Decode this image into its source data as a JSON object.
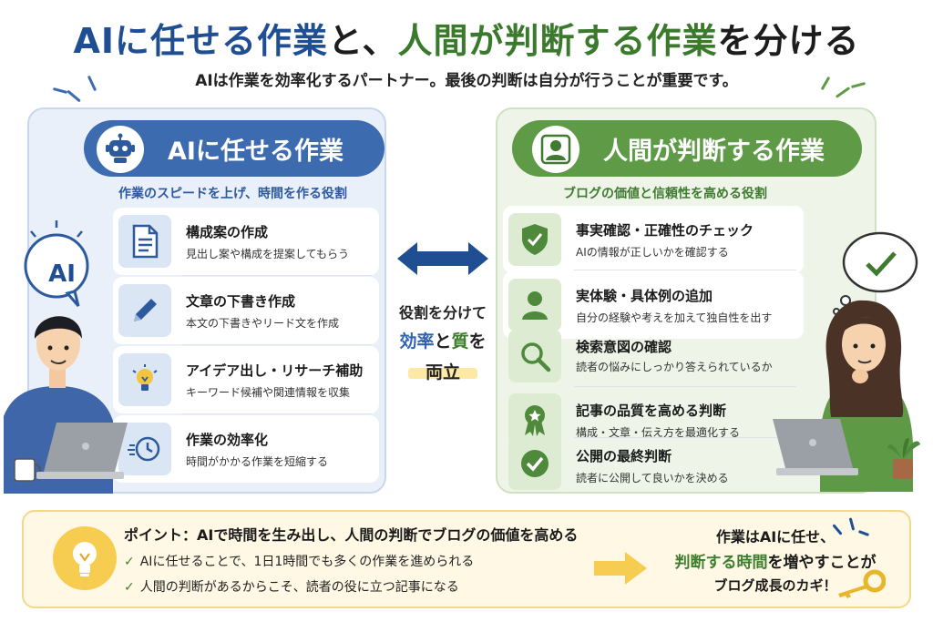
{
  "title": {
    "part1": "AIに任せる作業",
    "part2": "と、",
    "part3": "人間が判断する作業",
    "part4": "を分ける"
  },
  "subtitle": "AIは作業を効率化するパートナー。最後の判断は自分が行うことが重要です。",
  "ai_panel": {
    "heading": "AIに任せる作業",
    "icon": "robot-icon",
    "subheading": "作業のスピードを上げ、時間を作る役割",
    "badge": "AI",
    "items": [
      {
        "title": "構成案の作成",
        "desc": "見出し案や構成を提案してもらう",
        "icon": "document-icon"
      },
      {
        "title": "文章の下書き作成",
        "desc": "本文の下書きやリード文を作成",
        "icon": "pencil-icon"
      },
      {
        "title": "アイデア出し・リサーチ補助",
        "desc": "キーワード候補や関連情報を収集",
        "icon": "lightbulb-icon"
      },
      {
        "title": "作業の効率化",
        "desc": "時間がかかる作業を短縮する",
        "icon": "clock-icon"
      }
    ]
  },
  "human_panel": {
    "heading": "人間が判断する作業",
    "icon": "person-icon",
    "subheading": "ブログの価値と信頼性を高める役割",
    "items": [
      {
        "title": "事実確認・正確性のチェック",
        "desc": "AIの情報が正しいかを確認する",
        "icon": "shield-check-icon"
      },
      {
        "title": "実体験・具体例の追加",
        "desc": "自分の経験や考えを加えて独自性を出す",
        "icon": "person-icon"
      },
      {
        "title": "検索意図の確認",
        "desc": "読者の悩みにしっかり答えられているか",
        "icon": "magnifier-icon"
      },
      {
        "title": "記事の品質を高める判断",
        "desc": "構成・文章・伝え方を最適化する",
        "icon": "award-icon"
      },
      {
        "title": "公開の最終判断",
        "desc": "読者に公開して良いかを決める",
        "icon": "check-circle-icon"
      }
    ]
  },
  "middle": {
    "line1": "役割を分けて",
    "word_efficiency": "効率",
    "connector": "と",
    "word_quality": "質",
    "particle": "を",
    "line3": "両立"
  },
  "bottom": {
    "point_title": "ポイント：AIで時間を生み出し、人間の判断でブログの価値を高める",
    "checks": [
      "AIに任せることで、1日1時間でも多くの作業を進められる",
      "人間の判断があるからこそ、読者の役に立つ記事になる"
    ],
    "conclusion_line1": "作業はAIに任せ、",
    "conclusion_highlight": "判断する時間",
    "conclusion_line2_rest": "を増やすことが",
    "conclusion_line3": "ブログ成長のカギ！"
  },
  "colors": {
    "ai_blue": "#3d6bb0",
    "human_green": "#5f9a47",
    "title_blue": "#1f4e93",
    "title_green": "#3b7a2d",
    "accent_yellow": "#f7cd51"
  }
}
